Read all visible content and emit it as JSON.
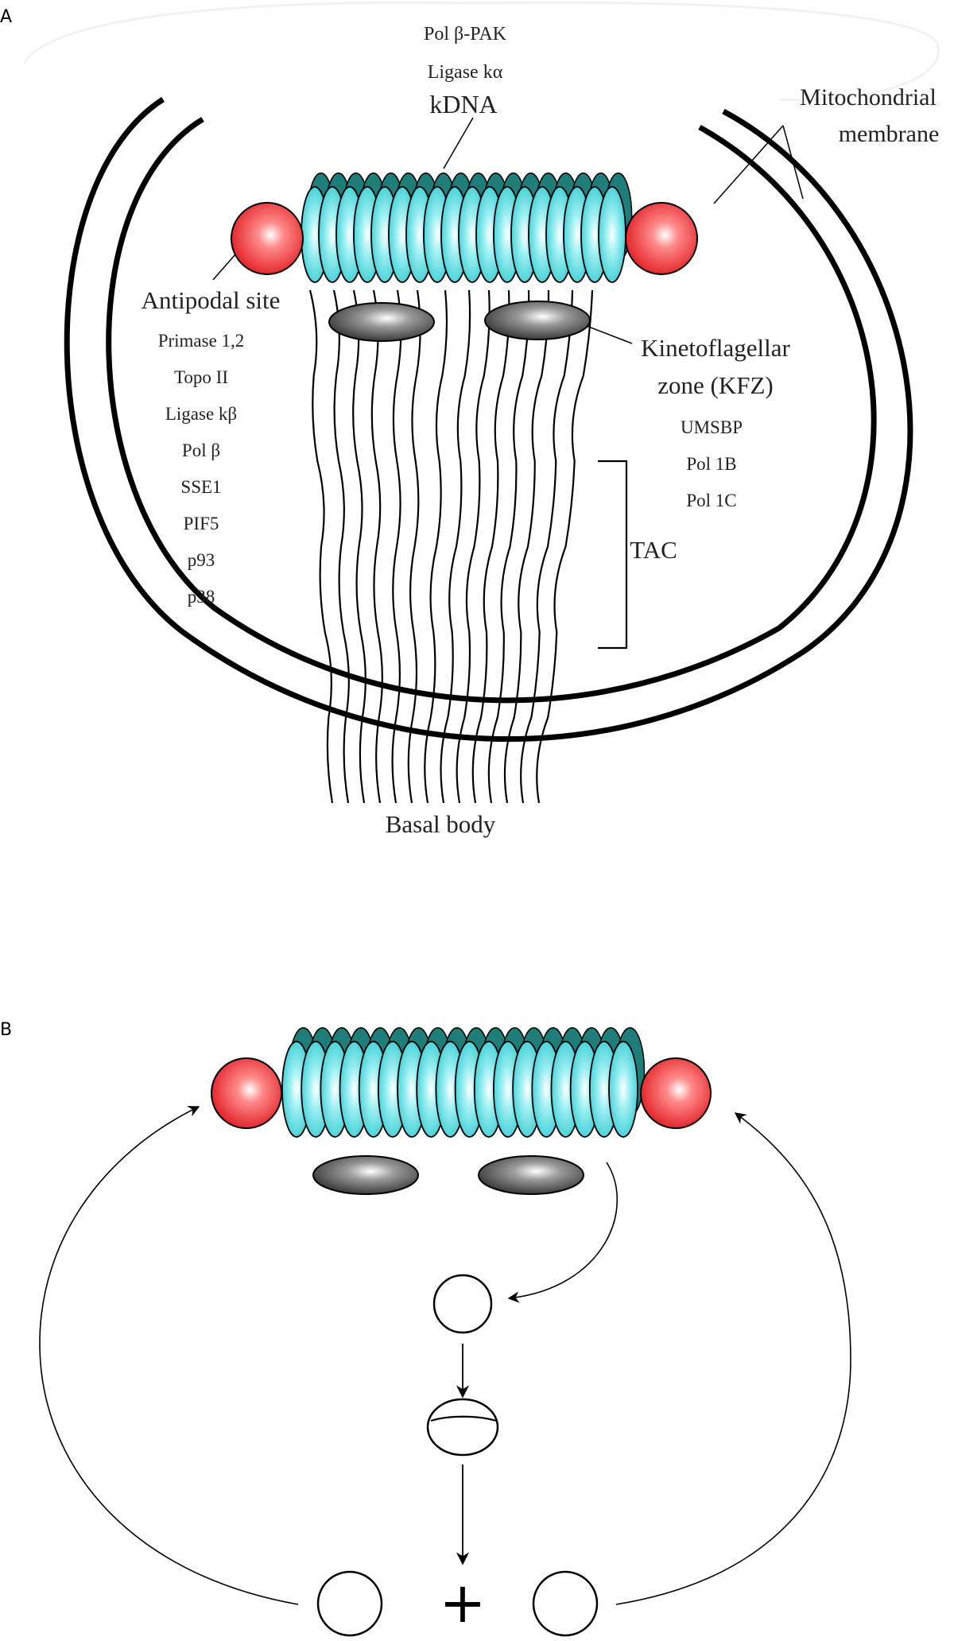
{
  "panels": {
    "a": {
      "letter": "A",
      "labels": {
        "pol_beta_pak": "Pol β-PAK",
        "ligase_k_alpha": "Ligase kα",
        "kdna": "kDNA",
        "mito_line1": "Mitochondrial",
        "mito_line2": "membrane",
        "antipodal_site": "Antipodal site",
        "kfz_line1": "Kinetoflagellar",
        "kfz_line2": "zone (KFZ)",
        "tac": "TAC",
        "basal_body": "Basal body"
      },
      "antipodal_proteins": [
        "Primase 1,2",
        "Topo II",
        "Ligase kβ",
        "Pol β",
        "SSE1",
        "PIF5",
        "p93",
        "p38"
      ],
      "kfz_proteins": [
        "UMSBP",
        "Pol 1B",
        "Pol 1C"
      ]
    },
    "b": {
      "letter": "B",
      "plus_sign": "+"
    }
  },
  "colors": {
    "kdna_fill": "#3fd6dc",
    "kdna_back": "#1f7d7a",
    "antipodal_fill": "#e8262b",
    "kfz_fill": "#555555",
    "stroke": "#000000"
  }
}
